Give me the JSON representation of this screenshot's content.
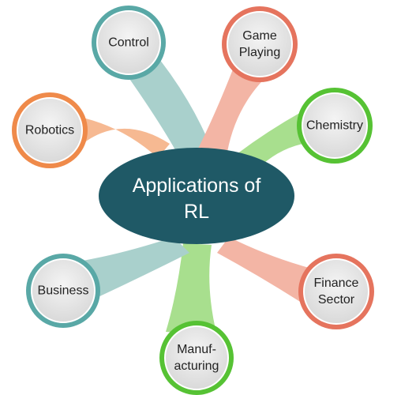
{
  "center": {
    "line1": "Applications of",
    "line2": "RL",
    "color": "#1f5966"
  },
  "nodes": [
    {
      "id": "control",
      "lines": [
        "Control"
      ],
      "ring": "#59a8a6",
      "stem": "#a9d0cc"
    },
    {
      "id": "game-playing",
      "lines": [
        "Game",
        "Playing"
      ],
      "ring": "#e5745e",
      "stem": "#f3b5a5"
    },
    {
      "id": "chemistry",
      "lines": [
        "Chemistry"
      ],
      "ring": "#56c234",
      "stem": "#a8df8e"
    },
    {
      "id": "finance",
      "lines": [
        "Finance",
        "Sector"
      ],
      "ring": "#e5745e",
      "stem": "#f3b5a5"
    },
    {
      "id": "manufacturing",
      "lines": [
        "Manuf-",
        "acturing"
      ],
      "ring": "#56c234",
      "stem": "#a8df8e"
    },
    {
      "id": "business",
      "lines": [
        "Business"
      ],
      "ring": "#59a8a6",
      "stem": "#a9d0cc"
    },
    {
      "id": "robotics",
      "lines": [
        "Robotics"
      ],
      "ring": "#ef8a4a",
      "stem": "#f6b992"
    }
  ],
  "colors": {
    "node_fill": "#e6e6e6",
    "text": "#222222"
  }
}
